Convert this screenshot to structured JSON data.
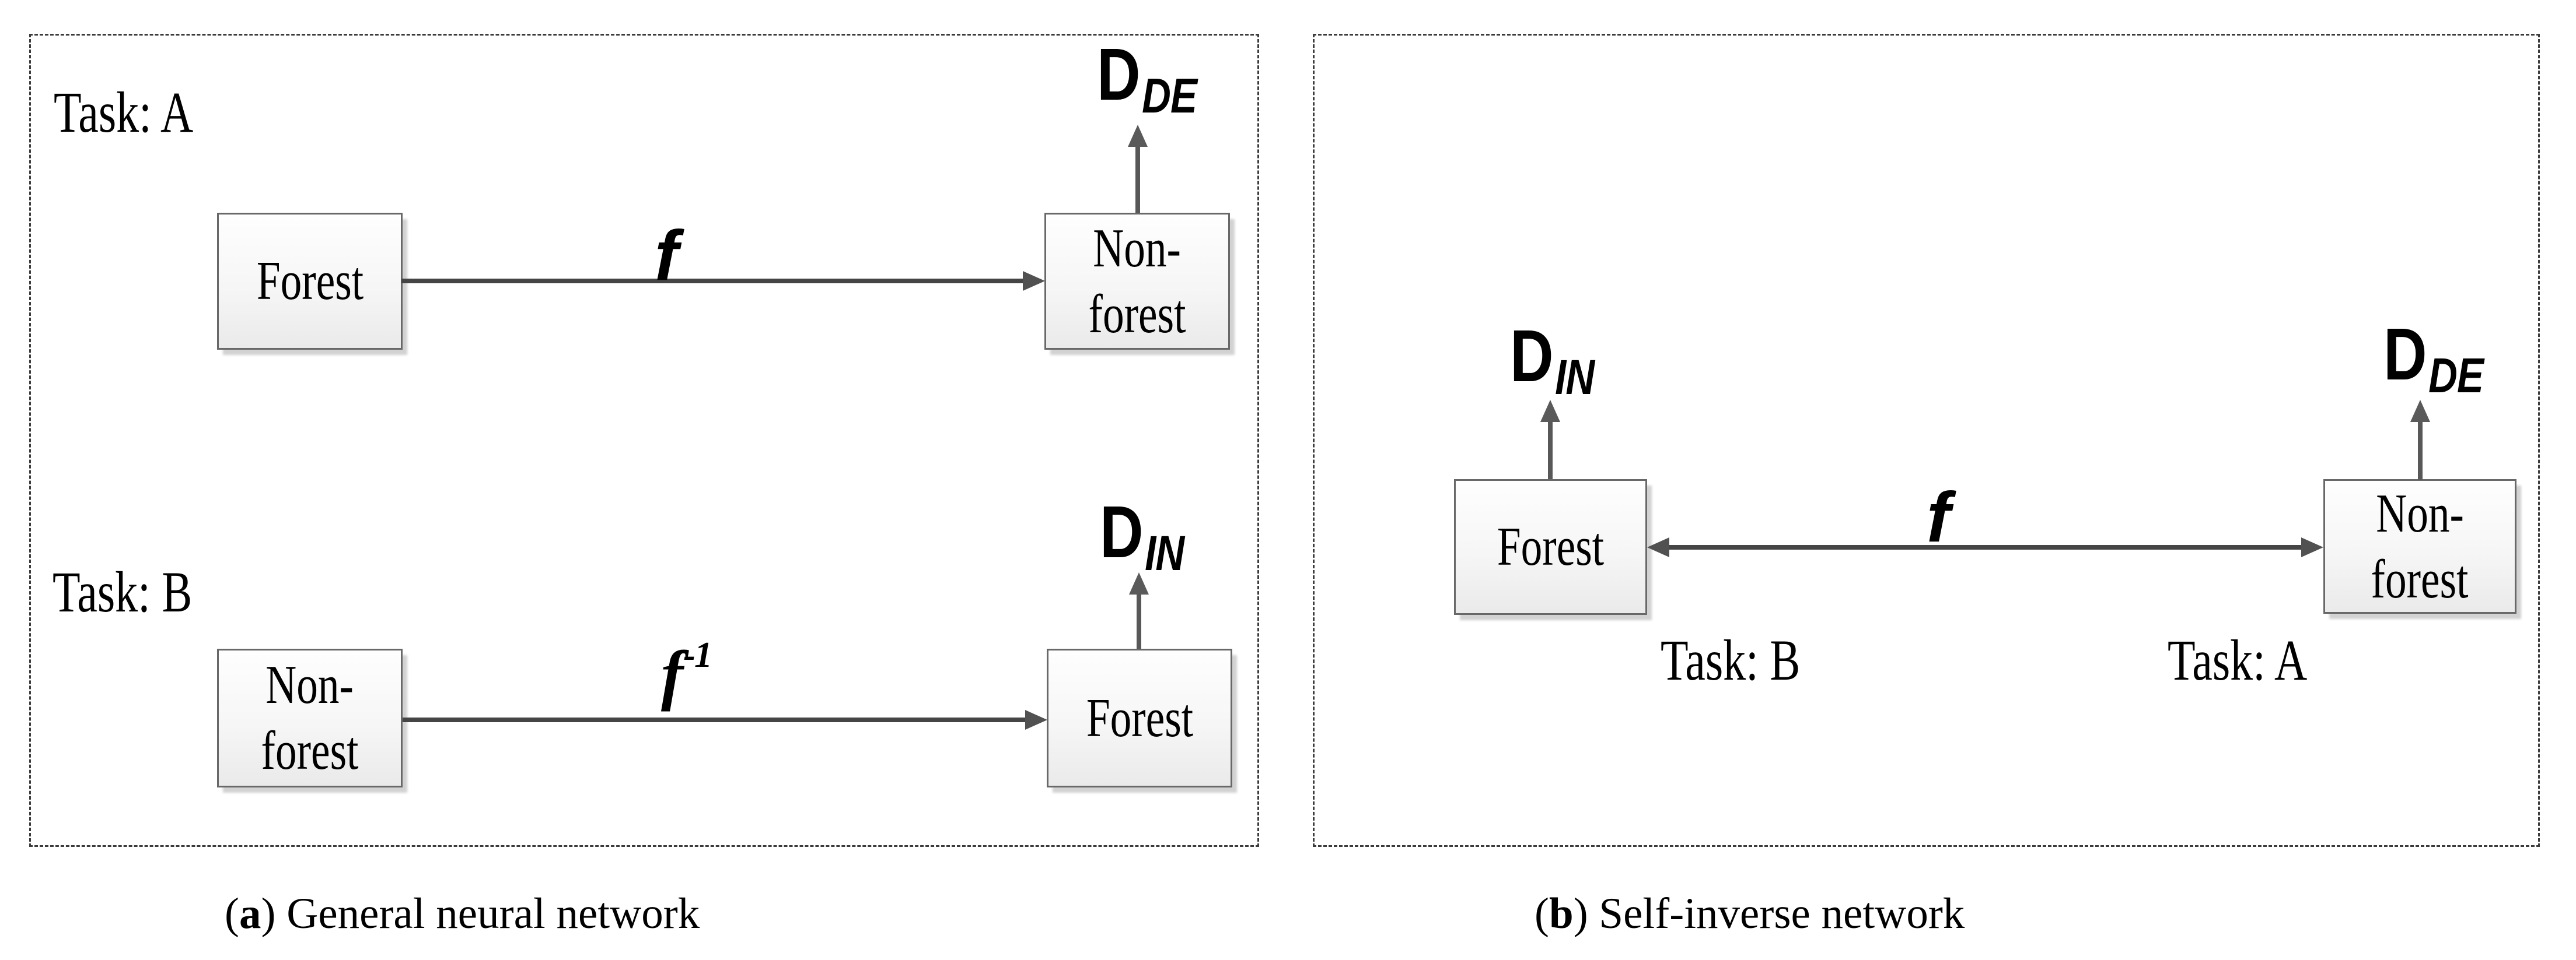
{
  "colors": {
    "background": "#ffffff",
    "panel_dash_border": "#3b3b3b",
    "box_border": "#686868",
    "box_fill_top": "#fefefe",
    "box_fill_bottom": "#eaeaea",
    "box_shadow": "#d2d2d2",
    "connector_line": "#454545",
    "arrowhead": "#515151",
    "text": "#000000"
  },
  "panel_a": {
    "caption": {
      "open": "(",
      "letter": "a",
      "rest": ") General neural network"
    },
    "task_top": "Task: A",
    "task_bottom": "Task: B",
    "top_row": {
      "left_box": "Forest",
      "fn": "f",
      "right_box": [
        "Non-",
        "forest"
      ],
      "dataset": {
        "main": "D",
        "sub": "DE"
      }
    },
    "bottom_row": {
      "left_box": [
        "Non-",
        "forest"
      ],
      "fn": "f",
      "fn_sup": "-1",
      "right_box": "Forest",
      "dataset": {
        "main": "D",
        "sub": "IN"
      }
    }
  },
  "panel_b": {
    "caption": {
      "open": "(",
      "letter": "b",
      "rest": ") Self-inverse network"
    },
    "left_box": "Forest",
    "right_box": [
      "Non-",
      "forest"
    ],
    "fn": "f",
    "left_dataset": {
      "main": "D",
      "sub": "IN"
    },
    "right_dataset": {
      "main": "D",
      "sub": "DE"
    },
    "task_left": "Task: B",
    "task_right": "Task: A"
  }
}
